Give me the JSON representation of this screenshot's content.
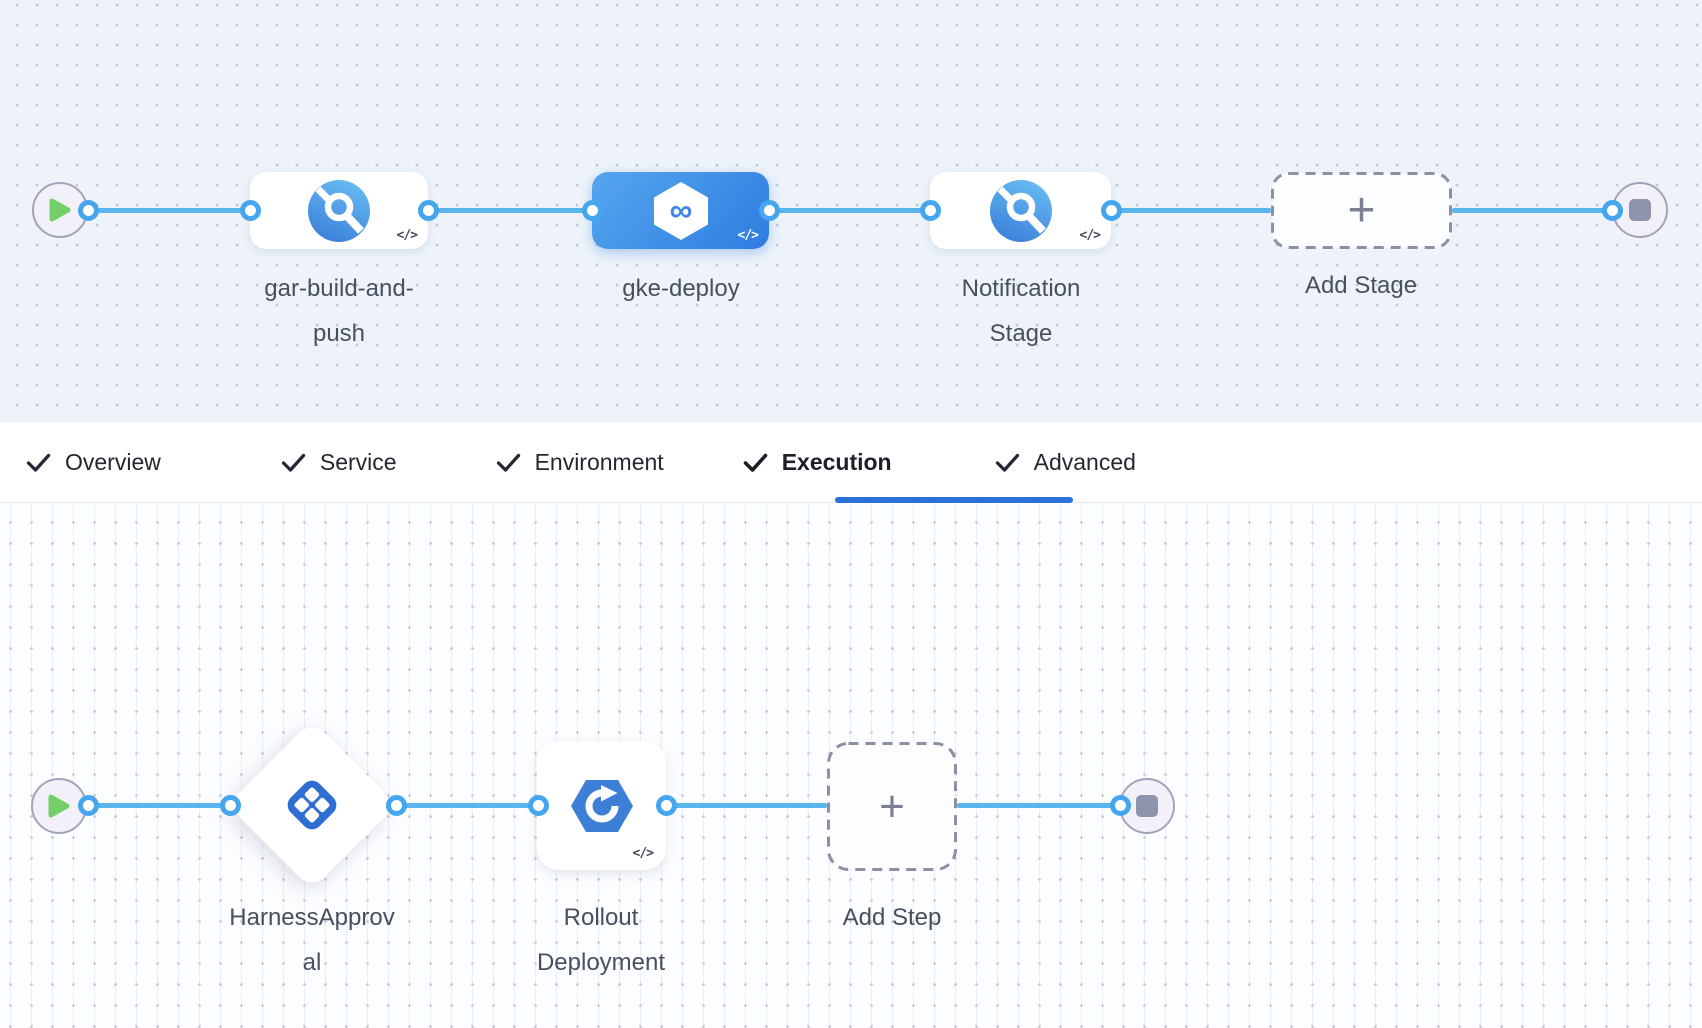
{
  "colors": {
    "accent_blue": "#2b71d8",
    "line_blue": "#58b6ed",
    "connector_blue": "#45a5ee",
    "selected_card_gradient_start": "#55a6ef",
    "selected_card_gradient_end": "#2e7ce0",
    "play_green": "#74cf6a",
    "stop_gray": "#8f93ab"
  },
  "stage_pipeline": {
    "stages": [
      {
        "label": "gar-build-and-\npush",
        "icon": "gcr-build-icon",
        "code_badge": "</>",
        "selected": false
      },
      {
        "label": "gke-deploy",
        "icon": "cd-hexagon-infinity-icon",
        "code_badge": "</>",
        "selected": true
      },
      {
        "label": "Notification\nStage",
        "icon": "gcr-build-icon",
        "code_badge": "</>",
        "selected": false
      }
    ],
    "add_stage": {
      "label": "Add Stage",
      "plus_glyph": "+"
    }
  },
  "stage_tabs": {
    "items": [
      {
        "label": "Overview",
        "active": false
      },
      {
        "label": "Service",
        "active": false
      },
      {
        "label": "Environment",
        "active": false
      },
      {
        "label": "Execution",
        "active": true
      },
      {
        "label": "Advanced",
        "active": false
      }
    ]
  },
  "execution_pipeline": {
    "steps": [
      {
        "label": "HarnessApprov\nal",
        "icon": "approval-diamonds-icon",
        "shape": "diamond"
      },
      {
        "label": "Rollout\nDeployment",
        "icon": "rollout-refresh-hexagon-icon",
        "code_badge": "</>"
      }
    ],
    "add_step": {
      "label": "Add Step",
      "plus_glyph": "+"
    }
  },
  "icons": {
    "infinity_glyph": "∞"
  }
}
